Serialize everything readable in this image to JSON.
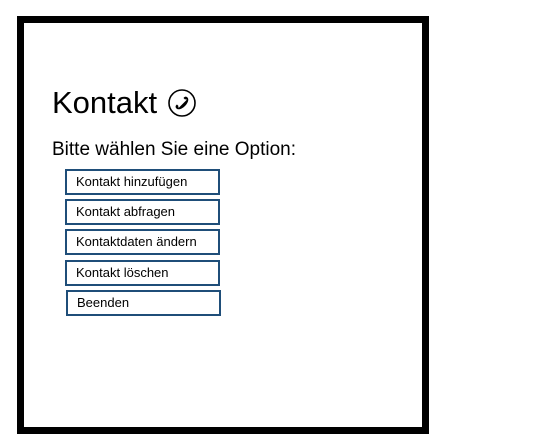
{
  "window": {
    "title": "Kontakt",
    "title_icon": "phone-icon",
    "prompt": "Bitte wählen Sie eine Option:"
  },
  "menu": {
    "options": [
      {
        "label": "Kontakt hinzufügen"
      },
      {
        "label": "Kontakt abfragen"
      },
      {
        "label": "Kontaktdaten ändern"
      },
      {
        "label": "Kontakt löschen"
      },
      {
        "label": "Beenden"
      }
    ]
  },
  "colors": {
    "border": "#000000",
    "button_border": "#1f4e79",
    "background": "#ffffff"
  }
}
